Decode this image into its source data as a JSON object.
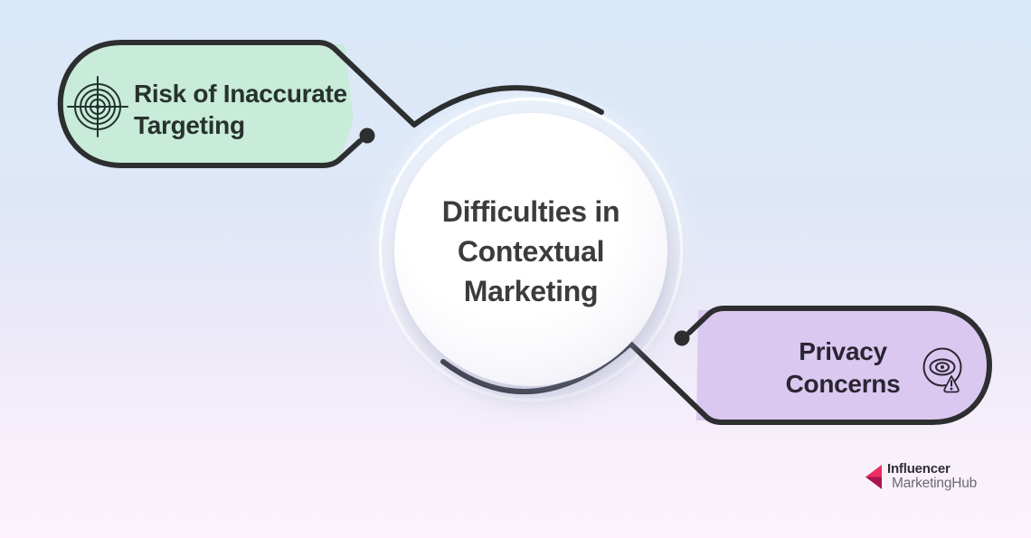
{
  "title": {
    "lines": [
      "Difficulties in",
      "Contextual",
      "Marketing"
    ]
  },
  "nodes": [
    {
      "id": "risk-of-inaccurate-targeting",
      "lines": [
        "Risk of Inaccurate",
        "Targeting"
      ],
      "fill": "#c9ebd9",
      "icon": "target-icon"
    },
    {
      "id": "privacy-concerns",
      "lines": [
        "Privacy",
        "Concerns"
      ],
      "fill": "#dbc8f0",
      "icon": "surveillance-eye-icon"
    }
  ],
  "branding": {
    "name_top": "Influencer",
    "name_bottom": "MarketingHub",
    "arrow_color": "#ee2d62",
    "arrow_dark": "#a8164b"
  },
  "colors": {
    "stroke": "#2d2e30",
    "bg_top": "#d9e9f9",
    "bg_bottom": "#fdf2fc",
    "circle_fill": "#ffffff",
    "risk_text": "#27322f",
    "privacy_text": "#2a2533",
    "title_text": "#3c3c3f"
  }
}
